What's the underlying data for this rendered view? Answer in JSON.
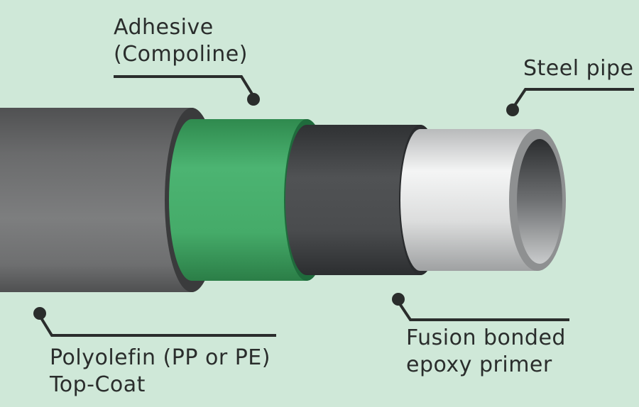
{
  "labels": {
    "adhesive": {
      "line1": "Adhesive",
      "line2": "(Compoline)"
    },
    "steel_pipe": {
      "line1": "Steel pipe"
    },
    "polyolefin": {
      "line1": "Polyolefin (PP or PE)",
      "line2": "Top-Coat"
    },
    "fbe": {
      "line1": "Fusion bonded",
      "line2": "epoxy primer"
    }
  },
  "colors": {
    "background": "#cfe8d8",
    "topcoat": "#6c6d6e",
    "adhesive": "#3ba561",
    "epoxy": "#47494b",
    "steel": "#d9dadb",
    "leader": "#2a2d2c"
  },
  "icons": [
    "leader-dot"
  ]
}
